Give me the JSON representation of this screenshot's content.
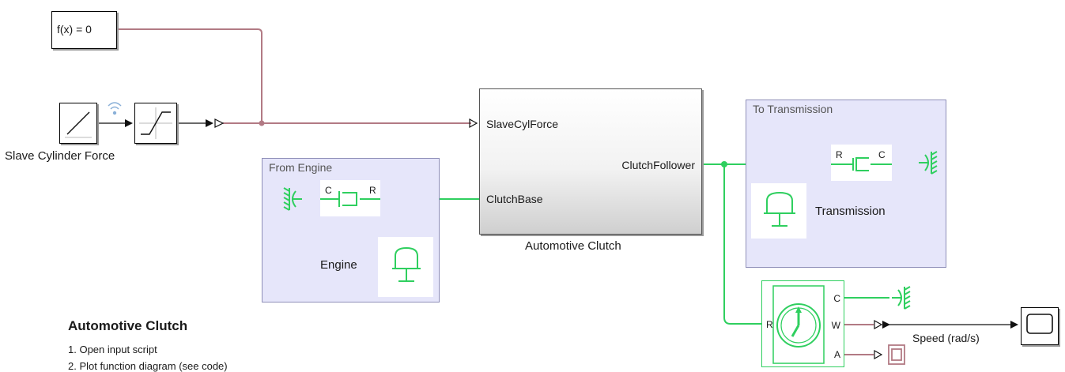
{
  "diagram": {
    "blocks": {
      "solver": {
        "label": "f(x) = 0"
      },
      "slave_force": {
        "label": "Slave Cylinder Force"
      },
      "clutch": {
        "name": "Automotive Clutch",
        "ports": {
          "in": "SlaveCylForce",
          "out": "ClutchFollower",
          "base": "ClutchBase"
        }
      },
      "from_engine": {
        "title": "From Engine",
        "engine": "Engine",
        "port_c": "C",
        "port_r": "R"
      },
      "to_transmission": {
        "title": "To Transmission",
        "transmission": "Transmission",
        "port_r": "R",
        "port_c": "C"
      },
      "sensor": {
        "ports": {
          "r": "R",
          "c": "C",
          "w": "W",
          "a": "A"
        }
      },
      "speed_signal": {
        "label": "Speed (rad/s)"
      }
    },
    "colors": {
      "mechanical_connection": "#2fcf5f",
      "physical_signal": "#b27a84",
      "area_fill": "#e6e6fa"
    },
    "notes": {
      "title": "Automotive Clutch",
      "items": [
        "1. Open input script",
        "2. Plot function diagram (see code)"
      ]
    }
  }
}
